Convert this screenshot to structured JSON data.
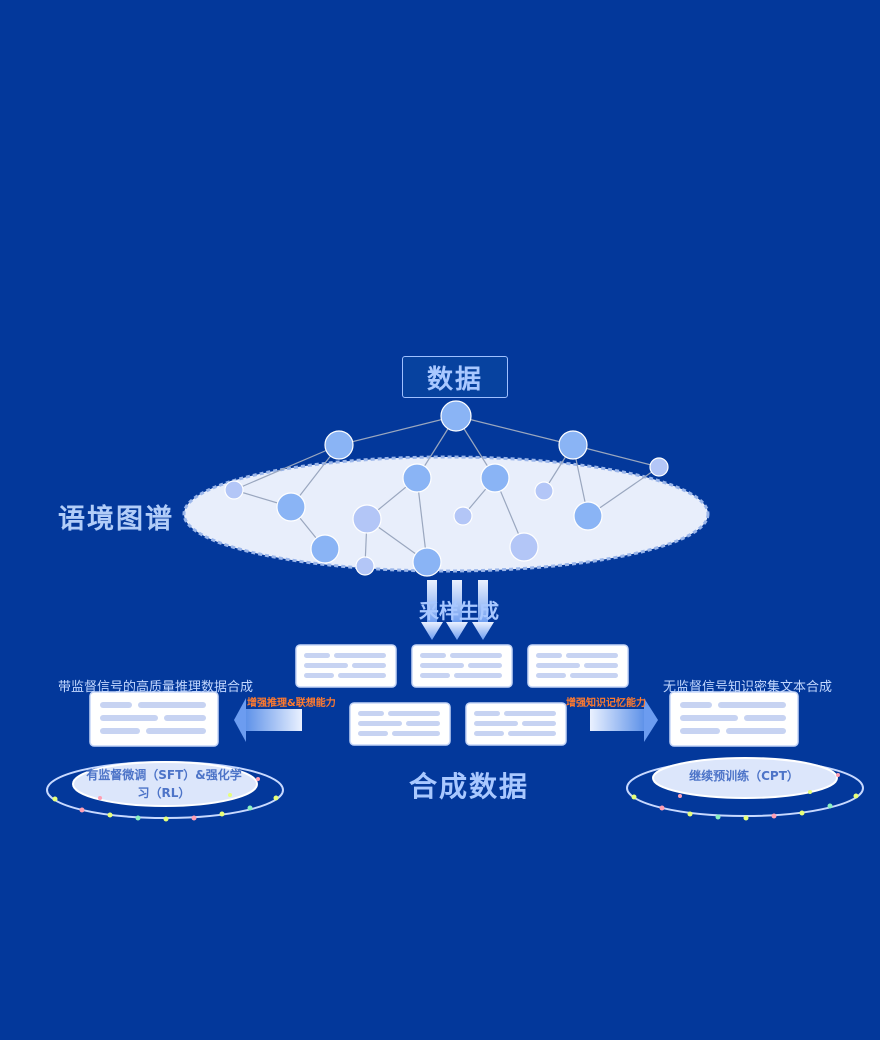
{
  "diagram": {
    "data_title": "数据",
    "knowledge_graph_label": "语境图谱",
    "sampling_label": "采样生成",
    "synthetic_data_label": "合成数据",
    "left": {
      "caption": "带监督信号的高质量推理数据合成",
      "enhance": "增强推理&联想能力",
      "platform_label": "有监督微调（SFT）&强化学习（RL）"
    },
    "right": {
      "caption": "无监督信号知识密集文本合成",
      "enhance": "增强知识记忆能力",
      "platform_label": "继续预训练（CPT）"
    }
  },
  "colors": {
    "background": "#03389b",
    "label": "#a9c8ff",
    "accent_orange": "#ff7a2e",
    "node": "#8ab4f5",
    "ellipse": "#e8eefb"
  },
  "icons": [
    "document-card-icon",
    "down-arrow-icon",
    "left-arrow-icon",
    "right-arrow-icon",
    "platform-ring-icon"
  ]
}
